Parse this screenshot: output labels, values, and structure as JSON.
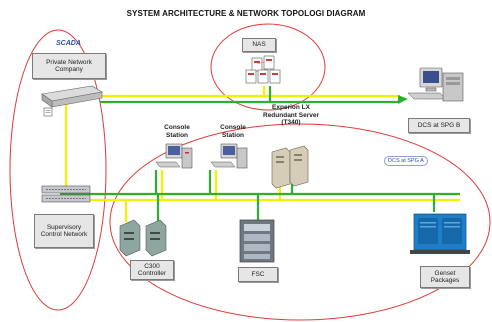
{
  "title": "SYSTEM ARCHITECTURE & NETWORK TOPOLOGI DIAGRAM",
  "labels": {
    "scada": "SCADA",
    "private_network": "Private Network Company",
    "nas": "NAS",
    "dcs_spg_b": "DCS at SPG B",
    "dcs_spg_a": "DCS at SPG A",
    "console_station_1": "Console Station",
    "console_station_2": "Console Station",
    "experion_server": "Experion LX Redundant Server (T340)",
    "supervisory_network": "Supervisory Control Network",
    "c300_controller": "C300 Controller",
    "fsc": "FSC",
    "genset": "Genset Packages"
  },
  "colors": {
    "network_yellow": "#f3f000",
    "network_green": "#2fae2f",
    "ellipse_red": "#e03a3a",
    "dcs_a_text": "#2a4fb0"
  }
}
